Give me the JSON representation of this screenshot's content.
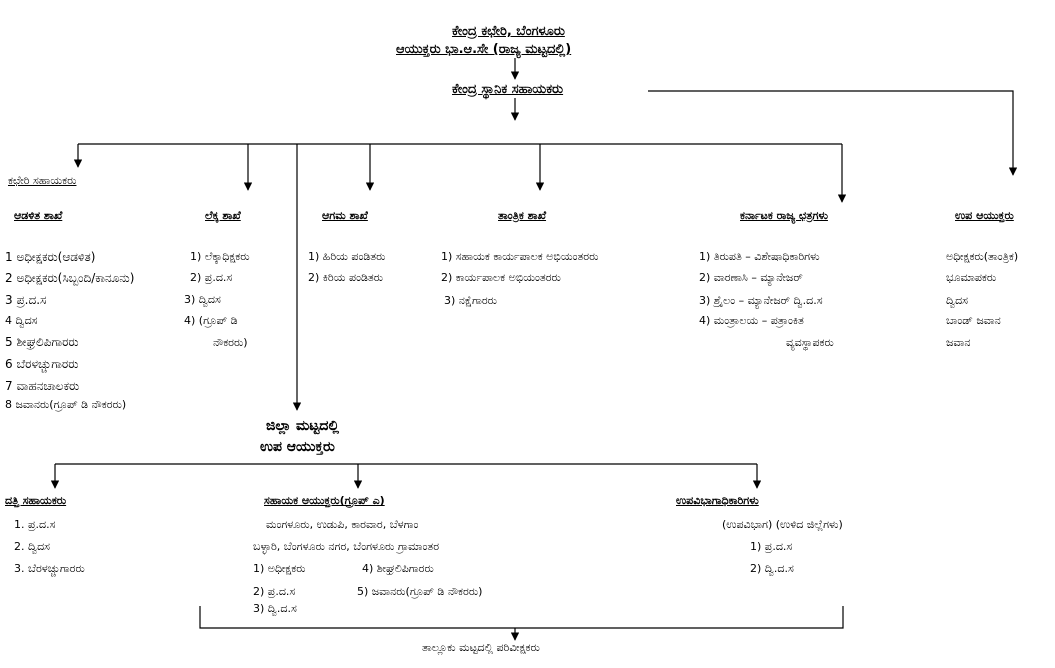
{
  "top": {
    "title": "ಕೇಂದ್ರ ಕಛೇರಿ, ಬೆಂಗಳೂರು",
    "subtitle": "ಆಯುಕ್ತರು ಭಾ.ಆ.ಸೇ (ರಾಜ್ಯ ಮಟ್ಟದಲ್ಲಿ)",
    "assistant": "ಕೇಂದ್ರ ಸ್ಥಾನಿಕ ಸಹಾಯಕರು"
  },
  "office_assistants": {
    "heading": "ಕಛೇರಿ ಸಹಾಯಕರು",
    "admin": {
      "heading": "ಆಡಳಿತ ಶಾಖೆ",
      "items": [
        "1 ಅಧೀಕ್ಷಕರು(ಆಡಳಿತ)",
        "2 ಅಧೀಕ್ಷಕರು(ಸಿಬ್ಬಂದಿ/ಕಾನೂನು)",
        "3 ಪ್ರ.ದ.ಸ",
        "4 ದ್ವಿದಸ",
        "5 ಶೀಘ್ರಲಿಪಿಗಾರರು",
        "6 ಬೆರಳಚ್ಚುಗಾರರು",
        "7 ವಾಹನಚಾಲಕರು",
        "8 ಜವಾನರು(ಗ್ರೂಪ್ ಡಿ ನೌಕರರು)"
      ]
    }
  },
  "accounts": {
    "heading": "ಲೆಕ್ಕ ಶಾಖೆ",
    "items": [
      "1) ಲೆಕ್ಕಾಧಿಕ್ಷಕರು",
      "2) ಪ್ರ.ದ.ಸ",
      "3) ದ್ವಿದಸ",
      "4) (ಗ್ರೂಪ್ ಡಿ",
      "ನೌಕರರು)"
    ]
  },
  "agama": {
    "heading": "ಆಗಮ ಶಾಖೆ",
    "items": [
      "1) ಹಿರಿಯ ಪಂಡಿತರು",
      "2) ಕಿರಿಯ ಪಂಡಿತರು"
    ]
  },
  "technical": {
    "heading": "ತಾಂತ್ರಿಕ ಶಾಖೆ",
    "items": [
      "1) ಸಹಾಯಕ ಕಾರ್ಯಪಾಲಕ ಅಭಿಯಂತರರು",
      "2) ಕಾರ್ಯಪಾಲಕ ಅಭಿಯಂತರರು",
      "3) ನಕ್ಷೆಗಾರರು"
    ]
  },
  "choultries": {
    "heading": "ಕರ್ನಾಟಕ ರಾಜ್ಯ ಛತ್ರಗಳು",
    "items": [
      "1) ತಿರುಪತಿ – ವಿಶೇಷಾಧಿಕಾರಿಗಳು",
      "2) ವಾರಣಾಸಿ – ಮ್ಯಾನೇಜರ್",
      "3) ಶ್ರೈಲಂ – ಮ್ಯಾನೇಜರ್ ದ್ವಿ.ದ.ಸ",
      "4) ಮಂತ್ರಾಲಯ – ಪತ್ರಾಂಕಿತ",
      "ವ್ಯವಸ್ಥಾಪಕರು"
    ]
  },
  "deputy": {
    "heading": "ಉಪ ಆಯುಕ್ತರು",
    "items": [
      "ಅಧೀಕ್ಷಕರು(ತಾಂತ್ರಿಕ)",
      "ಭೂಮಾಪಕರು",
      "ದ್ವಿದಸ",
      "ಬಾಂಡ್ ಜವಾನ",
      "ಜವಾನ"
    ]
  },
  "district": {
    "line1": "ಜಿಲ್ಲಾ ಮಟ್ಟದಲ್ಲಿ",
    "line2": "ಉಪ ಆಯುಕ್ತರು"
  },
  "endowment": {
    "heading": "ದತ್ತಿ ಸಹಾಯಕರು",
    "items": [
      "1. ಪ್ರ.ದ.ಸ",
      "2. ದ್ವಿದಸ",
      "3. ಬೆರಳಚ್ಚುಗಾರರು"
    ]
  },
  "asst_commissioner": {
    "heading": "ಸಹಾಯಕ ಆಯುಕ್ತರು(ಗ್ರೂಪ್ ಎ)",
    "places1": "ಮಂಗಳೂರು, ಉಡುಪಿ, ಕಾರವಾರ, ಬೆಳಗಾಂ",
    "places2": "ಬಳ್ಳಾರಿ, ಬೆಂಗಳೂರು ನಗರ, ಬೆಂಗಳೂರು ಗ್ರಾಮಾಂತರ",
    "item1": "1) ಅಧೀಕ್ಷಕರು",
    "item4": "4) ಶೀಘ್ರಲಿಪಿಗಾರರು",
    "item2": "2) ಪ್ರ.ದ.ಸ",
    "item5": "5) ಜವಾನರು(ಗ್ರೂಪ್ ಡಿ ನೌಕರರು)",
    "item3": "3) ದ್ವಿ.ದ.ಸ"
  },
  "subdivision": {
    "heading": "ಉಪವಿಭಾಗಾಧಿಕಾರಿಗಳು",
    "note": "(ಉಪವಿಭಾಗ) (ಉಳಿದ ಜಿಲ್ಲೆಗಳು)",
    "items": [
      "1) ಪ್ರ.ದ.ಸ",
      "2) ದ್ವಿ.ದ.ಸ"
    ]
  },
  "taluk": {
    "label": "ತಾಲ್ಲೂಕು ಮಟ್ಟದಲ್ಲಿ ಪರಿವೀಕ್ಷಕರು"
  }
}
